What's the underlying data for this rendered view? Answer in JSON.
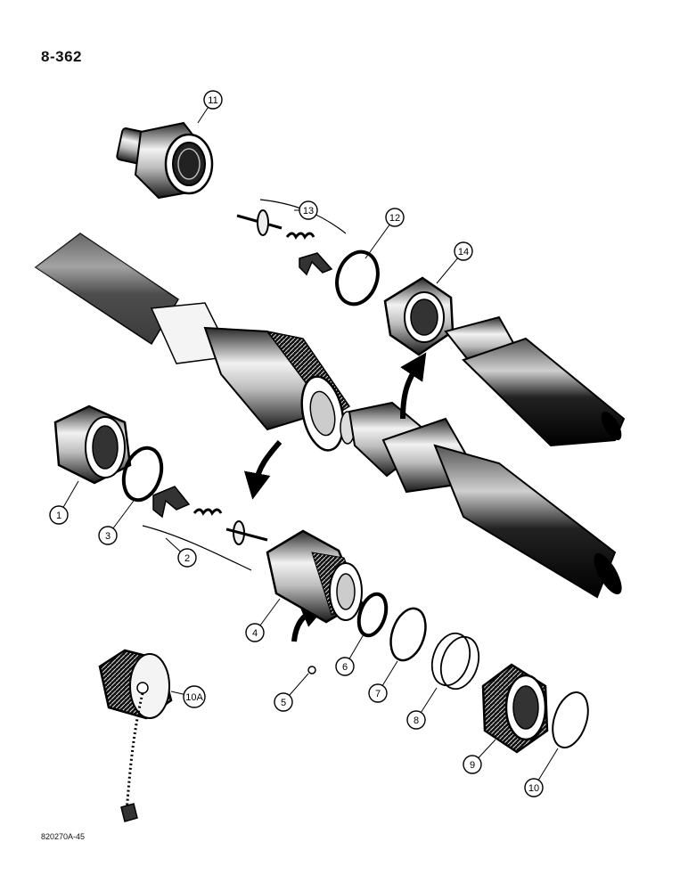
{
  "page": {
    "number": "8-362",
    "figure_code": "820270A-45"
  },
  "callouts": [
    {
      "id": "1",
      "label": "1"
    },
    {
      "id": "2",
      "label": "2"
    },
    {
      "id": "3",
      "label": "3"
    },
    {
      "id": "4",
      "label": "4"
    },
    {
      "id": "5",
      "label": "5"
    },
    {
      "id": "6",
      "label": "6"
    },
    {
      "id": "7",
      "label": "7"
    },
    {
      "id": "8",
      "label": "8"
    },
    {
      "id": "9",
      "label": "9"
    },
    {
      "id": "10",
      "label": "10"
    },
    {
      "id": "10A",
      "label": "10A"
    },
    {
      "id": "11",
      "label": "11"
    },
    {
      "id": "12",
      "label": "12"
    },
    {
      "id": "13",
      "label": "13"
    },
    {
      "id": "14",
      "label": "14"
    }
  ]
}
